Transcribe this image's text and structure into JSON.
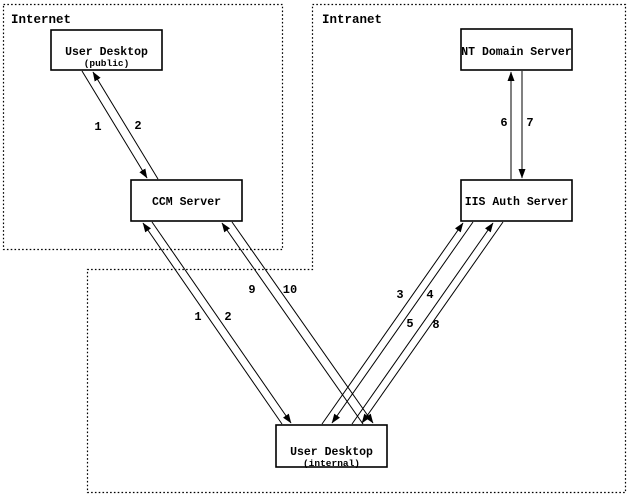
{
  "colors": {
    "background": "#ffffff",
    "line": "#000000",
    "node_fill": "#ffffff"
  },
  "zones": {
    "internet": {
      "label": "Internet"
    },
    "intranet": {
      "label": "Intranet"
    }
  },
  "nodes": {
    "user_desktop_public": {
      "title": "User Desktop",
      "subtitle": "(public)"
    },
    "ccm_server": {
      "title": "CCM Server"
    },
    "nt_domain_server": {
      "title": "NT Domain Server"
    },
    "iis_auth_server": {
      "title": "IIS Auth Server"
    },
    "user_desktop_internal": {
      "title": "User Desktop",
      "subtitle": "(internal)"
    }
  },
  "arrows": {
    "pub1": {
      "label": "1",
      "from": "User Desktop (public)",
      "to": "CCM Server"
    },
    "pub2": {
      "label": "2",
      "from": "CCM Server",
      "to": "User Desktop (public)"
    },
    "int1": {
      "label": "1",
      "from": "User Desktop (internal)",
      "to": "CCM Server"
    },
    "int2": {
      "label": "2",
      "from": "CCM Server",
      "to": "User Desktop (internal)"
    },
    "s3": {
      "label": "3",
      "from": "User Desktop (internal)",
      "to": "IIS Auth Server"
    },
    "s4": {
      "label": "4",
      "from": "IIS Auth Server",
      "to": "User Desktop (internal)"
    },
    "s5": {
      "label": "5",
      "from": "User Desktop (internal)",
      "to": "IIS Auth Server"
    },
    "s6": {
      "label": "6",
      "from": "IIS Auth Server",
      "to": "NT Domain Server"
    },
    "s7": {
      "label": "7",
      "from": "NT Domain Server",
      "to": "IIS Auth Server"
    },
    "s8": {
      "label": "8",
      "from": "IIS Auth Server",
      "to": "User Desktop (internal)"
    },
    "s9": {
      "label": "9",
      "from": "User Desktop (internal)",
      "to": "CCM Server"
    },
    "s10": {
      "label": "10",
      "from": "CCM Server",
      "to": "User Desktop (internal)"
    }
  }
}
